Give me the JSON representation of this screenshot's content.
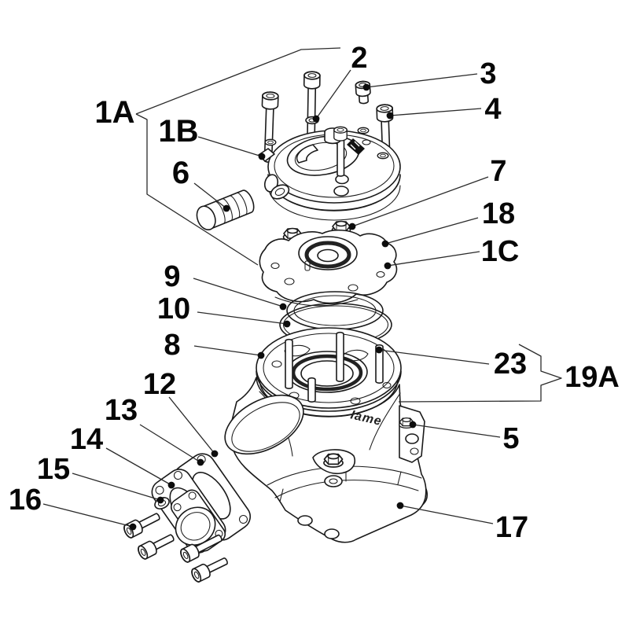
{
  "diagram": {
    "type": "exploded-parts-diagram",
    "background": "#ffffff",
    "line_color": "#1a1a1a",
    "engraving": "Iame",
    "callouts": {
      "c1A": "1A",
      "c1B": "1B",
      "c1C": "1C",
      "c2": "2",
      "c3": "3",
      "c4": "4",
      "c5": "5",
      "c6": "6",
      "c7": "7",
      "c8": "8",
      "c9": "9",
      "c10": "10",
      "c12": "12",
      "c13": "13",
      "c14": "14",
      "c15": "15",
      "c16": "16",
      "c17": "17",
      "c18": "18",
      "c19A": "19A",
      "c23": "23"
    }
  }
}
